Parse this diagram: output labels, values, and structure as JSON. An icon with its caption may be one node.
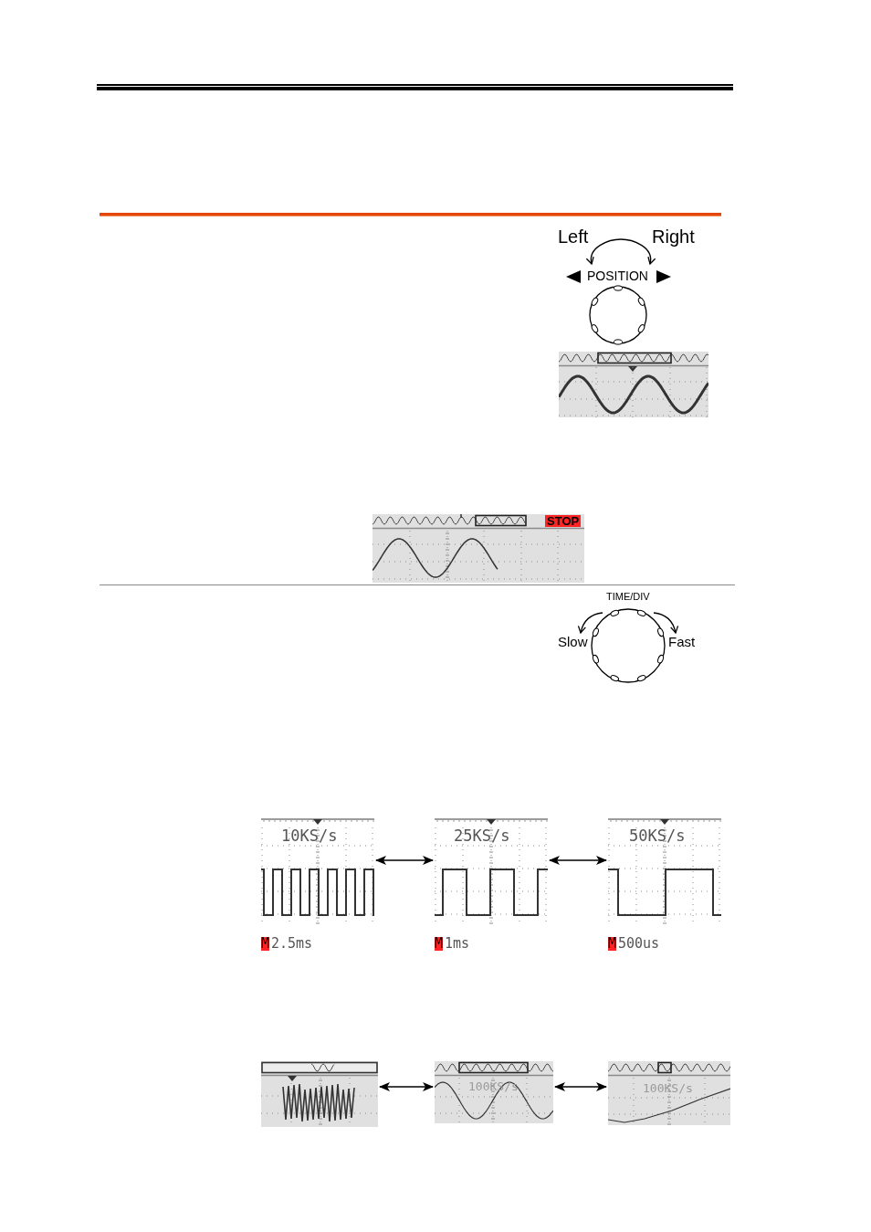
{
  "diagram": {
    "nodes": [
      {
        "text": [
          "POSITION"
        ],
        "beside": [
          "Left",
          "Right"
        ]
      },
      {
        "text": [
          "STOP"
        ]
      },
      {
        "text": [
          "TIME/DIV"
        ],
        "beside": [
          "Slow",
          "Fast"
        ]
      },
      {
        "text": [
          "10KS/s"
        ],
        "beside": [
          "M",
          "2.5ms"
        ]
      },
      {
        "text": [
          "25KS/s"
        ],
        "beside": [
          "M",
          "1ms"
        ]
      },
      {
        "text": [
          "50KS/s"
        ],
        "beside": [
          "M",
          "500us"
        ]
      },
      {
        "text": [],
        "shape": "picture"
      },
      {
        "text": [
          "100KS/s"
        ]
      },
      {
        "text": [
          "100KS/s"
        ]
      }
    ],
    "edges": [
      {
        "from": 3,
        "to": 4,
        "arrow": "both"
      },
      {
        "from": 4,
        "to": 5,
        "arrow": "both"
      },
      {
        "from": 6,
        "to": 7,
        "arrow": "both"
      },
      {
        "from": 7,
        "to": 8,
        "arrow": "both"
      }
    ]
  }
}
